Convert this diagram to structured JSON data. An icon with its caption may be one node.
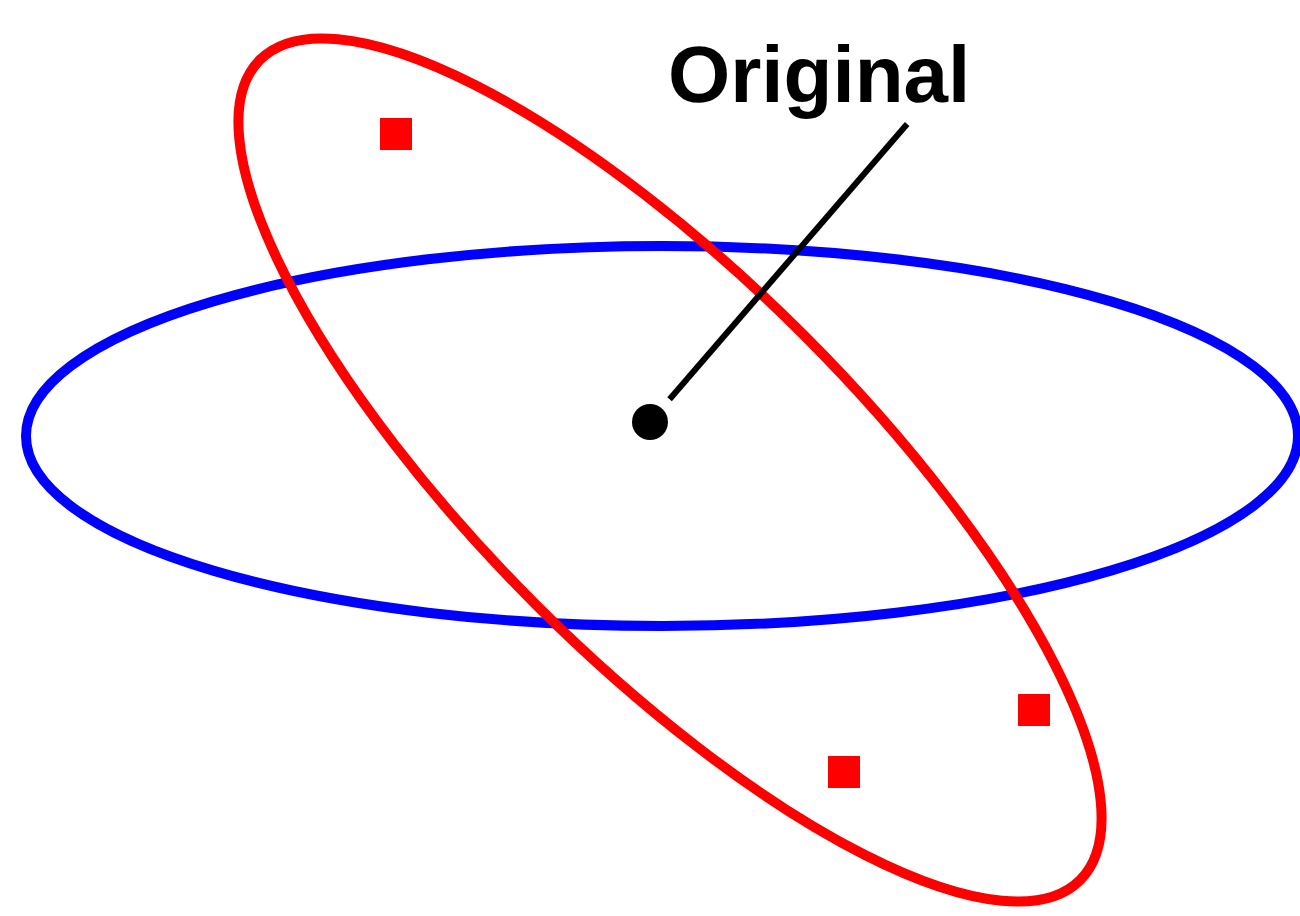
{
  "diagram": {
    "nodes": [
      {
        "text": [
          "Original"
        ]
      },
      {
        "text": [],
        "shape": "circle"
      }
    ],
    "edges": [
      {
        "from": 0,
        "to": 1,
        "arrow": "none"
      }
    ]
  }
}
